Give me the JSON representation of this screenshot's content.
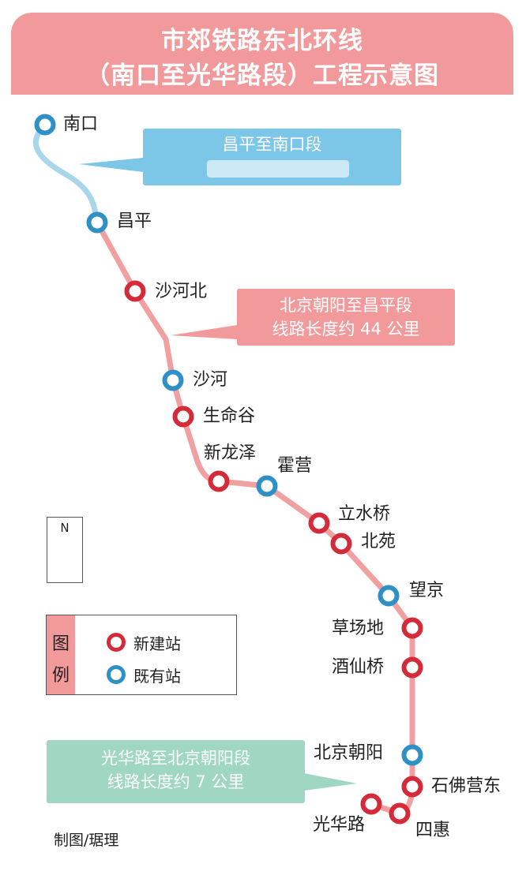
{
  "title": {
    "line1": "市郊铁路东北环线",
    "line2": "（南口至光华路段）工程示意图"
  },
  "colors": {
    "header": "#f29a9b",
    "new_station": "#d42a3a",
    "existing_station": "#2f90c8",
    "line_new": "#f0a0a0",
    "line_existing": "#a9d6ea",
    "callout_blue": "#7cc6e8",
    "callout_red": "#f29a9b",
    "callout_green": "#9fd7c2"
  },
  "stations": [
    {
      "name": "南口",
      "type": "existing"
    },
    {
      "name": "昌平",
      "type": "existing"
    },
    {
      "name": "沙河北",
      "type": "new"
    },
    {
      "name": "沙河",
      "type": "existing"
    },
    {
      "name": "生命谷",
      "type": "new"
    },
    {
      "name": "新龙泽",
      "type": "new"
    },
    {
      "name": "霍营",
      "type": "existing"
    },
    {
      "name": "立水桥",
      "type": "new"
    },
    {
      "name": "北苑",
      "type": "new"
    },
    {
      "name": "望京",
      "type": "existing"
    },
    {
      "name": "草场地",
      "type": "new"
    },
    {
      "name": "酒仙桥",
      "type": "new"
    },
    {
      "name": "北京朝阳",
      "type": "existing"
    },
    {
      "name": "石佛营东",
      "type": "new"
    },
    {
      "name": "四惠",
      "type": "new"
    },
    {
      "name": "光华路",
      "type": "new"
    }
  ],
  "callouts": {
    "blue": {
      "line1": "昌平至南口段",
      "line2": ""
    },
    "red": {
      "line1": "北京朝阳至昌平段",
      "line2": "线路长度约 44 公里"
    },
    "green": {
      "line1": "光华路至北京朝阳段",
      "line2": "线路长度约 7 公里"
    }
  },
  "compass": {
    "label": "N"
  },
  "legend": {
    "title_top": "图",
    "title_bottom": "例",
    "new_label": "新建站",
    "existing_label": "既有站"
  },
  "credit": "制图/琚理"
}
